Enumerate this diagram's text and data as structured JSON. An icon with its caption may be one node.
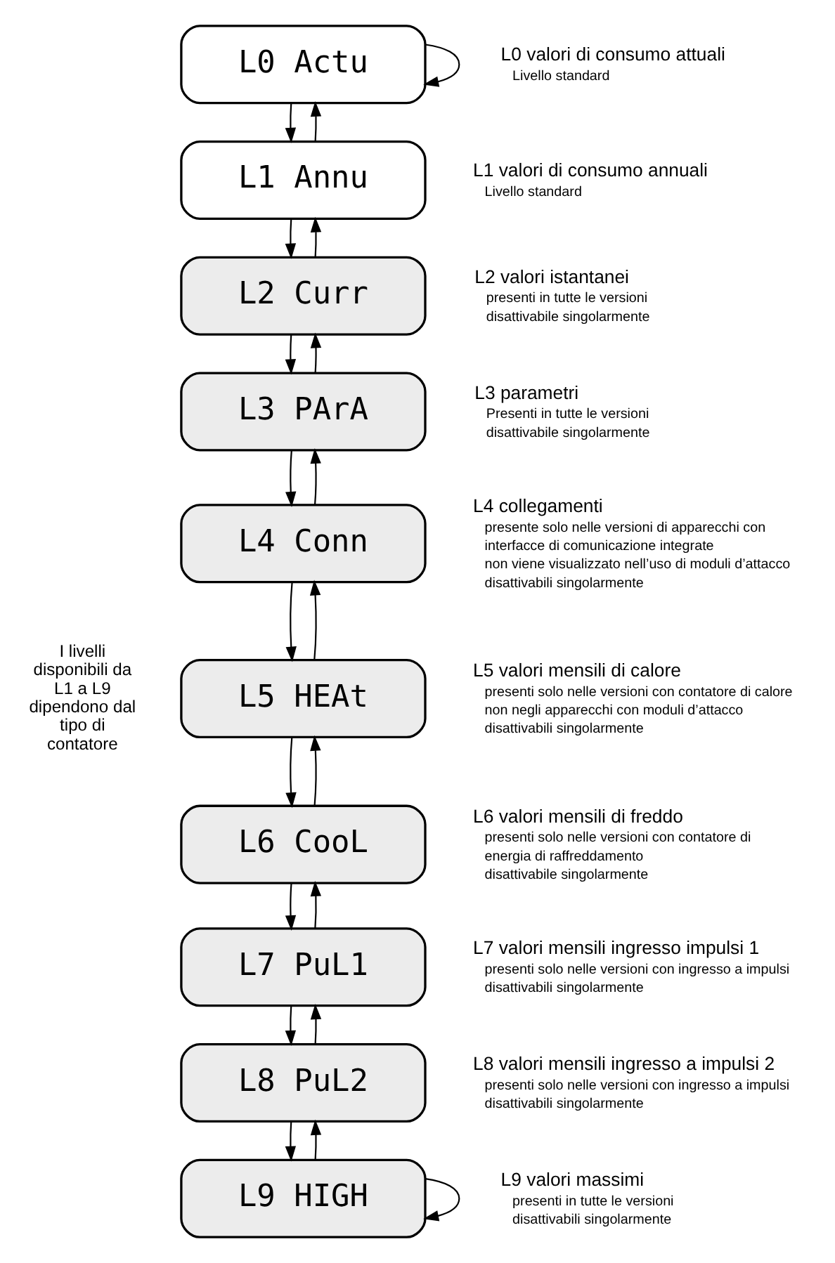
{
  "diagram": {
    "nodes": [
      {
        "text": [
          "L0 Actu"
        ],
        "beside": [
          "L0 valori di consumo attuali",
          "Livello standard"
        ]
      },
      {
        "text": [
          "L1 Annu"
        ],
        "beside": [
          "L1 valori di consumo annuali",
          "Livello standard"
        ]
      },
      {
        "text": [
          "L2 Curr"
        ],
        "beside": [
          "L2 valori istantanei",
          "presenti in tutte le versioni",
          "disattivabile singolarmente"
        ]
      },
      {
        "text": [
          "L3 PArA"
        ],
        "beside": [
          "L3 parametri",
          "Presenti in tutte le versioni",
          "disattivabile singolarmente"
        ]
      },
      {
        "text": [
          "L4 Conn"
        ],
        "beside": [
          "L4 collegamenti",
          "presente solo nelle versioni di apparecchi con interfacce di comunicazione integrate",
          "non viene visualizzato nell’uso di moduli d’attacco",
          "disattivabili singolarmente"
        ]
      },
      {
        "text": [
          "L5 HEAt"
        ],
        "beside": [
          "L5 valori mensili di calore",
          "presenti solo nelle versioni con contatore di calore",
          "non negli apparecchi con moduli d’attacco",
          "disattivabili singolarmente"
        ]
      },
      {
        "text": [
          "L6 CooL"
        ],
        "beside": [
          "L6 valori mensili di freddo",
          "presenti solo nelle versioni con contatore di energia di raffreddamento",
          "disattivabile singolarmente"
        ]
      },
      {
        "text": [
          "L7 PuL1"
        ],
        "beside": [
          "L7 valori mensili ingresso impulsi 1",
          "presenti solo nelle versioni con ingresso a impulsi",
          "disattivabili singolarmente"
        ]
      },
      {
        "text": [
          "L8 PuL2"
        ],
        "beside": [
          "L8 valori mensili ingresso a impulsi 2",
          "presenti solo nelle versioni con ingresso a impulsi",
          "disattivabili singolarmente"
        ]
      },
      {
        "text": [
          "L9 HIGH"
        ],
        "beside": [
          "L9 valori massimi",
          "presenti in tutte le versioni",
          "disattivabili singolarmente"
        ]
      }
    ],
    "edges": [
      {
        "from": 0,
        "to": 0,
        "arrow": "to"
      },
      {
        "from": 1,
        "to": 0,
        "arrow": "to"
      },
      {
        "from": 0,
        "to": 1,
        "arrow": "to"
      },
      {
        "from": 2,
        "to": 1,
        "arrow": "to"
      },
      {
        "from": 1,
        "to": 2,
        "arrow": "to"
      },
      {
        "from": 3,
        "to": 2,
        "arrow": "to"
      },
      {
        "from": 2,
        "to": 3,
        "arrow": "to"
      },
      {
        "from": 4,
        "to": 3,
        "arrow": "to"
      },
      {
        "from": 3,
        "to": 4,
        "arrow": "to"
      },
      {
        "from": 5,
        "to": 4,
        "arrow": "to"
      },
      {
        "from": 4,
        "to": 5,
        "arrow": "to"
      },
      {
        "from": 6,
        "to": 5,
        "arrow": "to"
      },
      {
        "from": 5,
        "to": 6,
        "arrow": "to"
      },
      {
        "from": 7,
        "to": 6,
        "arrow": "to"
      },
      {
        "from": 6,
        "to": 7,
        "arrow": "to"
      },
      {
        "from": 8,
        "to": 7,
        "arrow": "to"
      },
      {
        "from": 7,
        "to": 8,
        "arrow": "to"
      },
      {
        "from": 9,
        "to": 8,
        "arrow": "to"
      },
      {
        "from": 8,
        "to": 9,
        "arrow": "to"
      },
      {
        "from": 9,
        "to": 9,
        "arrow": "to"
      }
    ],
    "labels": [
      "I livelli disponibili da L1 a L9 dipendono dal tipo di contatore"
    ]
  }
}
